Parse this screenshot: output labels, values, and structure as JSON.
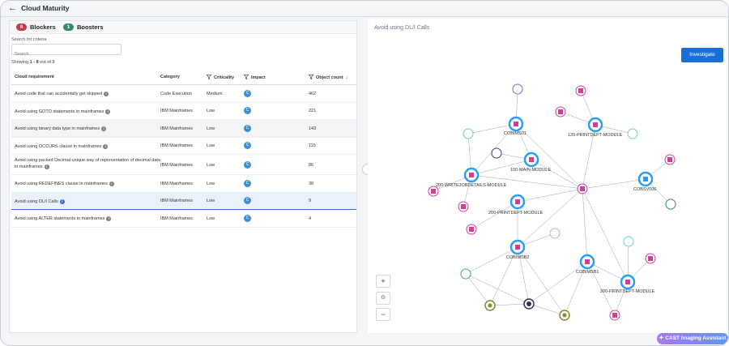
{
  "header": {
    "title": "Cloud Maturity"
  },
  "tabs": [
    {
      "count": "8",
      "label": "Blockers"
    },
    {
      "count": "1",
      "label": "Boosters"
    }
  ],
  "search": {
    "label": "Search for criteria",
    "placeholder": "Search"
  },
  "showing": {
    "prefix": "Showing ",
    "range": "1 - 8",
    "suffix": " out of 8"
  },
  "table": {
    "columns": [
      "Cloud requirement",
      "Category",
      "Criticality",
      "Impact",
      "Object count"
    ],
    "rows": [
      {
        "requirement": "Avoid code that can accidentally get skipped",
        "category": "Code Execution",
        "criticality": "Medium",
        "impact": "C",
        "count": "462"
      },
      {
        "requirement": "Avoid using GOTO statements in mainframes",
        "category": "IBM Mainframes",
        "criticality": "Low",
        "impact": "C",
        "count": "221"
      },
      {
        "requirement": "Avoid using binary data type in mainframes",
        "category": "IBM Mainframes",
        "criticality": "Low",
        "impact": "C",
        "count": "143"
      },
      {
        "requirement": "Avoid using OCCURS clause in mainframes",
        "category": "IBM Mainframes",
        "criticality": "Low",
        "impact": "C",
        "count": "115"
      },
      {
        "requirement": "Avoid using packed Decimal unique way of representation of decimal data in mainframes",
        "category": "IBM Mainframes",
        "criticality": "Low",
        "impact": "C",
        "count": "86"
      },
      {
        "requirement": "Avoid using REDEFINES clause in mainframes",
        "category": "IBM Mainframes",
        "criticality": "Low",
        "impact": "C",
        "count": "38"
      },
      {
        "requirement": "Avoid using DL/I Calls",
        "category": "IBM Mainframes",
        "criticality": "Low",
        "impact": "C",
        "count": "9"
      },
      {
        "requirement": "Avoid using ALTER statements in mainframes",
        "category": "IBM Mainframes",
        "criticality": "Low",
        "impact": "C",
        "count": "4"
      }
    ]
  },
  "detail": {
    "title": "Avoid using DL/I Calls",
    "investigate_label": "Investigate",
    "zoom_in": "+",
    "zoom_fit": "⊙",
    "zoom_out": "−"
  },
  "graph": {
    "labels": {
      "cobims01": "COBIMS01",
      "printdept120": "120-PRINTDEPT-MODULE",
      "main100": "100-MAIN-MODULE",
      "writejob200": "200-WRITEJOBDETAILS-MODULE",
      "cobsv006": "COBSV006",
      "printdept200a": "200-PRINTDEPT-MODULE",
      "cobimsb2": "COBIMSB2",
      "cobimsb1": "COBIMSB1",
      "printdept200b": "200-PRINTDEPT-MODULE"
    },
    "colors": {
      "highlight": "#2a9df4",
      "pink": "#d43c9c",
      "teal": "#33a58a",
      "purple": "#8c5fd6",
      "olive": "#8a8a2e"
    }
  },
  "assistant": {
    "label": "CAST Imaging Assistant",
    "icon": "sparkle-icon"
  }
}
